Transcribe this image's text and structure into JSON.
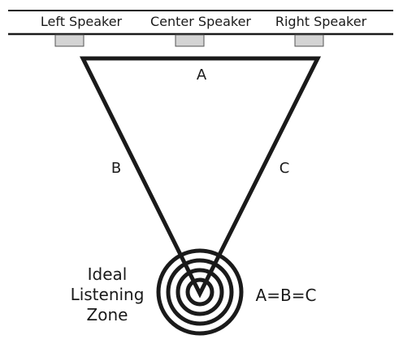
{
  "speakers": {
    "left": "Left Speaker",
    "center": "Center Speaker",
    "right": "Right Speaker"
  },
  "sides": {
    "a": "A",
    "b": "B",
    "c": "C"
  },
  "zone": {
    "line1": "Ideal",
    "line2": "Listening",
    "line3": "Zone"
  },
  "equation": "A=B=C",
  "colors": {
    "line": "#1a1a1a",
    "speaker_fill": "#d4d4d4",
    "speaker_stroke": "#555555"
  }
}
